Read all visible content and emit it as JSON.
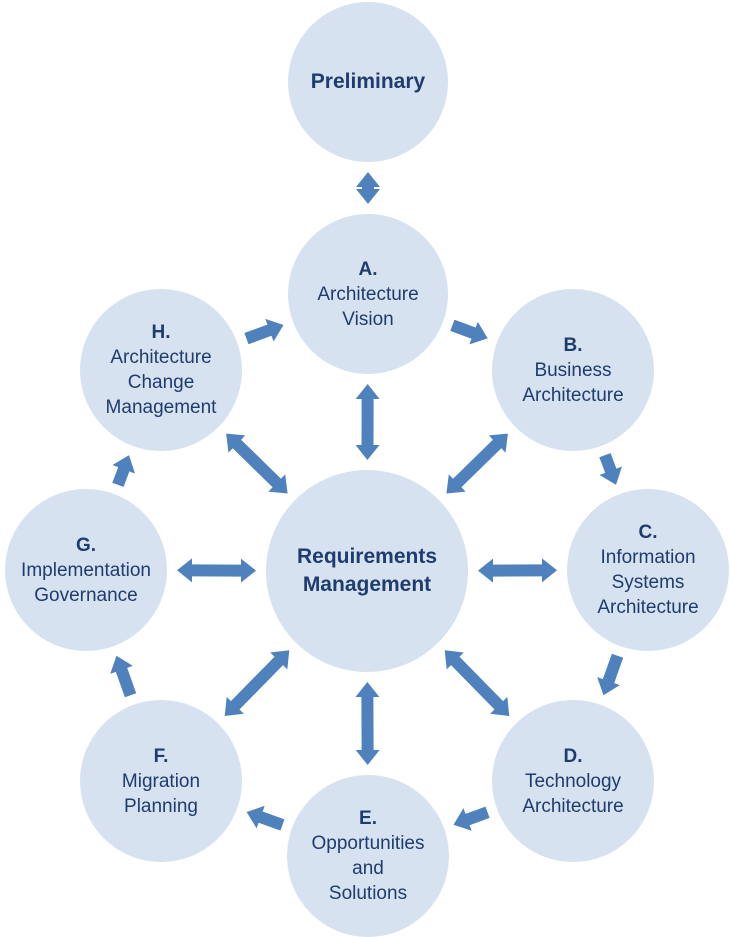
{
  "colors": {
    "circle_fill": "#d6e2ef",
    "arrow_fill": "#4f81bd",
    "text": "#1f3c6e"
  },
  "nodes": {
    "preliminary": {
      "letter": "",
      "label": "Preliminary"
    },
    "a": {
      "letter": "A.",
      "label": "Architecture\nVision"
    },
    "b": {
      "letter": "B.",
      "label": "Business\nArchitecture"
    },
    "c": {
      "letter": "C.",
      "label": "Information\nSystems\nArchitecture"
    },
    "d": {
      "letter": "D.",
      "label": "Technology\nArchitecture"
    },
    "e": {
      "letter": "E.",
      "label": "Opportunities\nand\nSolutions"
    },
    "f": {
      "letter": "F.",
      "label": "Migration\nPlanning"
    },
    "g": {
      "letter": "G.",
      "label": "Implementation\nGovernance"
    },
    "h": {
      "letter": "H.",
      "label": "Architecture\nChange\nManagement"
    },
    "center": {
      "letter": "",
      "label": "Requirements\nManagement"
    }
  },
  "connections": [
    {
      "from": "preliminary",
      "to": "a",
      "style": "double"
    },
    {
      "from": "a",
      "to": "b",
      "style": "single"
    },
    {
      "from": "b",
      "to": "c",
      "style": "single"
    },
    {
      "from": "c",
      "to": "d",
      "style": "single"
    },
    {
      "from": "d",
      "to": "e",
      "style": "single"
    },
    {
      "from": "e",
      "to": "f",
      "style": "single"
    },
    {
      "from": "f",
      "to": "g",
      "style": "single"
    },
    {
      "from": "g",
      "to": "h",
      "style": "single"
    },
    {
      "from": "h",
      "to": "a",
      "style": "single"
    },
    {
      "from": "center",
      "to": "a",
      "style": "double"
    },
    {
      "from": "center",
      "to": "b",
      "style": "double"
    },
    {
      "from": "center",
      "to": "c",
      "style": "double"
    },
    {
      "from": "center",
      "to": "d",
      "style": "double"
    },
    {
      "from": "center",
      "to": "e",
      "style": "double"
    },
    {
      "from": "center",
      "to": "f",
      "style": "double"
    },
    {
      "from": "center",
      "to": "g",
      "style": "double"
    },
    {
      "from": "center",
      "to": "h",
      "style": "double"
    }
  ]
}
